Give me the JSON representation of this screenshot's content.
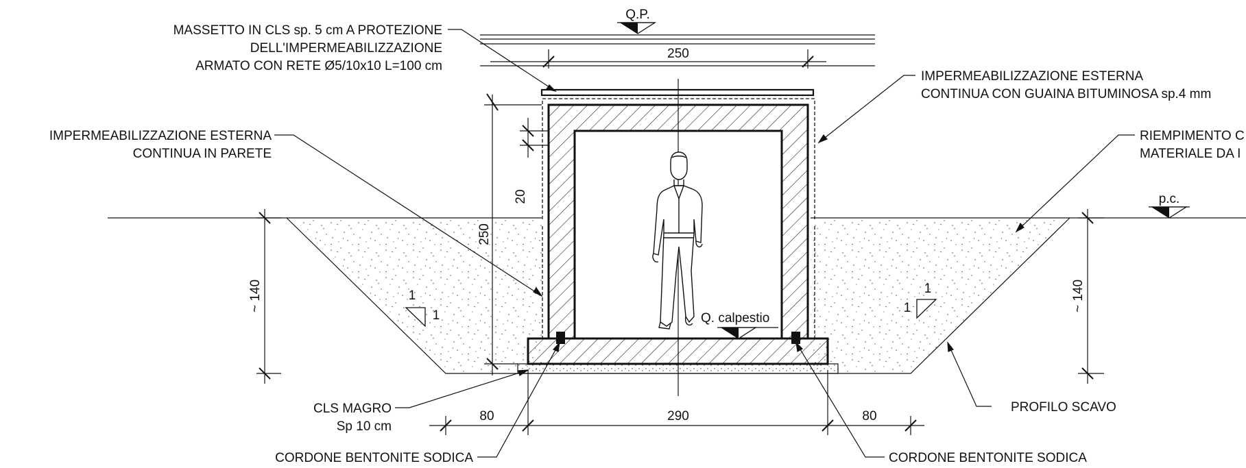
{
  "annotations": {
    "massetto": [
      "MASSETTO IN CLS sp. 5 cm A PROTEZIONE",
      "DELL'IMPERMEABILIZZAZIONE",
      "ARMATO CON RETE Ø5/10x10 L=100 cm"
    ],
    "imperm_parete": [
      "IMPERMEABILIZZAZIONE ESTERNA",
      "CONTINUA IN PARETE"
    ],
    "imperm_guaina": [
      "IMPERMEABILIZZAZIONE ESTERNA",
      "CONTINUA CON GUAINA BITUMINOSA sp.4 mm"
    ],
    "riempimento": [
      "RIEMPIMENTO C",
      "MATERIALE DA I"
    ],
    "cls_magro": [
      "CLS MAGRO",
      "Sp 10 cm"
    ],
    "cordone_left": "CORDONE BENTONITE SODICA",
    "cordone_right": "CORDONE BENTONITE SODICA",
    "profilo_scavo": "PROFILO SCAVO"
  },
  "levels": {
    "qp": "Q.P.",
    "pc": "p.c.",
    "calpestio": "Q. calpestio"
  },
  "dimensions": {
    "top_width": "250",
    "wall_thickness": "20",
    "height": "250",
    "depth_left": "~ 140",
    "depth_right": "~ 140",
    "bottom_left": "80",
    "bottom_center": "290",
    "bottom_right": "80"
  },
  "slopes": {
    "left_v": "1",
    "left_h": "1",
    "right_v": "1",
    "right_h": "1"
  }
}
